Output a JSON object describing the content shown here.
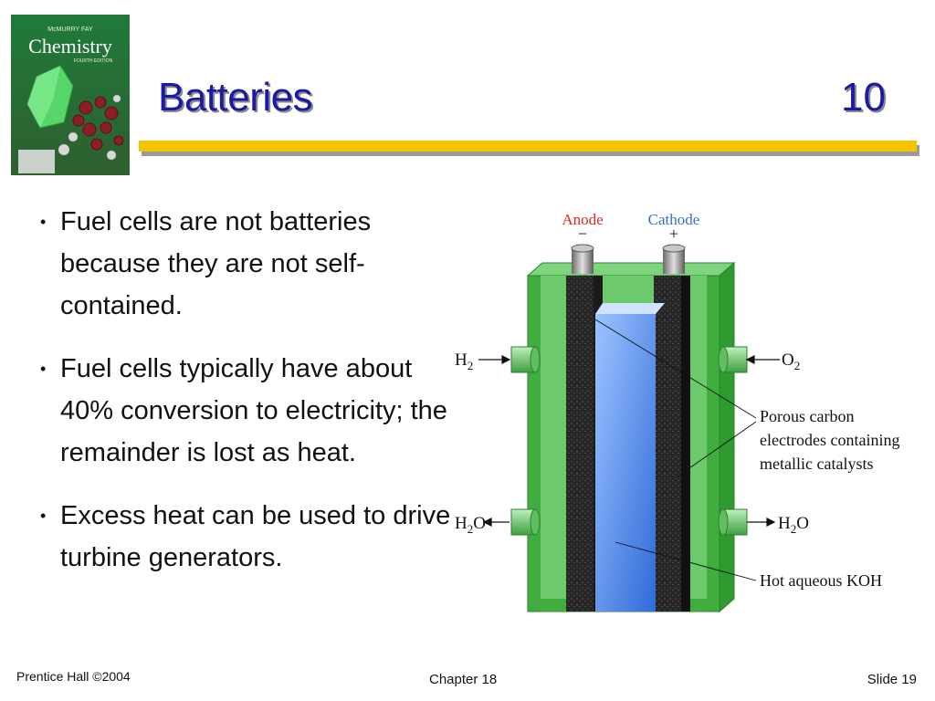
{
  "cover": {
    "authors": "McMURRY   FAY",
    "title": "Chemistry",
    "edition": "FOURTH EDITION"
  },
  "header": {
    "title": "Batteries",
    "number": "10"
  },
  "bullets": [
    "Fuel cells are not batteries because they are not self-contained.",
    "Fuel cells typically have about 40% conversion to electricity; the remainder is lost as heat.",
    "Excess heat can be used to drive turbine generators."
  ],
  "figure": {
    "anode_label": "Anode",
    "anode_sign": "−",
    "cathode_label": "Cathode",
    "cathode_sign": "+",
    "h2_in": "H",
    "h2_in_sub": "2",
    "o2_in": "O",
    "o2_in_sub": "2",
    "h2o_left": "H",
    "h2o_left_sub": "2",
    "h2o_left_o": "O",
    "h2o_right": "H",
    "h2o_right_sub": "2",
    "h2o_right_o": "O",
    "porous_line1": "Porous carbon",
    "porous_line2": "electrodes containing",
    "porous_line3": "metallic catalysts",
    "koh_label": "Hot aqueous KOH",
    "colors": {
      "anode_label": "#d42a2a",
      "cathode_label": "#3a6fc9",
      "cell_green": "#3fae3f",
      "electrolyte_blue": "#3f7fe0"
    }
  },
  "footer": {
    "publisher": "Prentice Hall ©2004",
    "chapter": "Chapter 18",
    "slide": "Slide 19"
  }
}
